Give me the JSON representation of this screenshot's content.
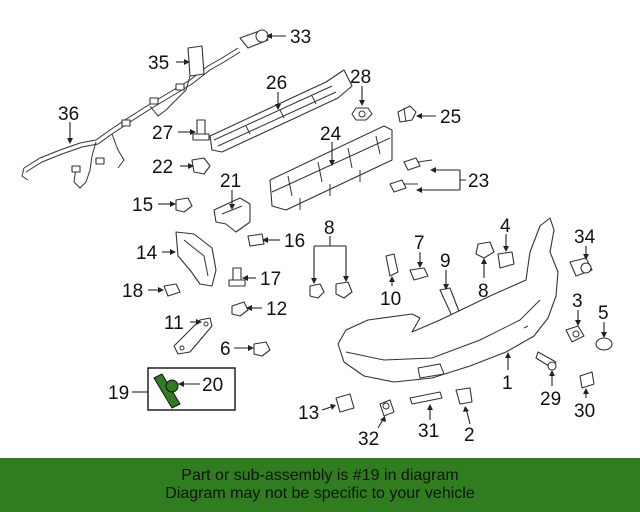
{
  "callouts": {
    "c1": "1",
    "c2": "2",
    "c3": "3",
    "c4": "4",
    "c5": "5",
    "c6": "6",
    "c7": "7",
    "c8a": "8",
    "c8b": "8",
    "c9": "9",
    "c10": "10",
    "c11": "11",
    "c12": "12",
    "c13": "13",
    "c14": "14",
    "c15": "15",
    "c16": "16",
    "c17": "17",
    "c18": "18",
    "c19": "19",
    "c20": "20",
    "c21": "21",
    "c22": "22",
    "c23": "23",
    "c24": "24",
    "c25": "25",
    "c26": "26",
    "c27": "27",
    "c28": "28",
    "c29": "29",
    "c30": "30",
    "c31": "31",
    "c32": "32",
    "c33": "33",
    "c34": "34",
    "c35": "35",
    "c36": "36"
  },
  "highlight": {
    "part": "19",
    "color": "#2f7d1f"
  },
  "banner": {
    "line1": "Part or sub-assembly is #19 in diagram",
    "line2": "Diagram may not be specific to your vehicle",
    "color": "#2f7d1f"
  }
}
